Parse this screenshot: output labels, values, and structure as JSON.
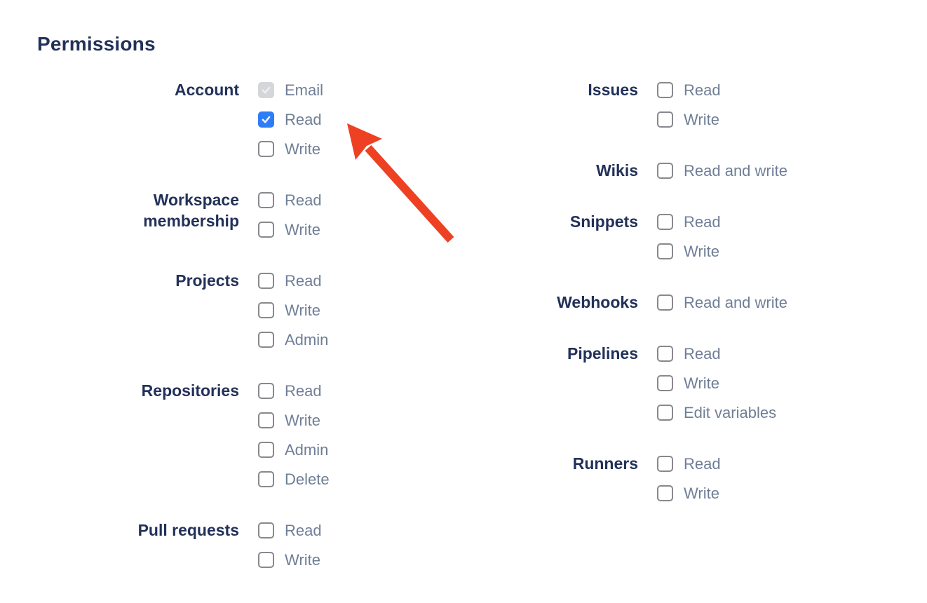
{
  "page": {
    "title": "Permissions"
  },
  "colors": {
    "navy": "#223159",
    "label-gray": "#6F7E96",
    "checkbox-border": "#88888D",
    "checkbox-blue": "#2F7CF7",
    "checkbox-disabled-bg": "#D4D6DA",
    "checkbox-disabled-check": "#EFF0F2",
    "arrow-red": "#EE4123"
  },
  "permissions": {
    "columns": [
      {
        "side": "left",
        "groups": [
          {
            "label": "Account",
            "options": [
              {
                "label": "Email",
                "checked": true,
                "disabled": true
              },
              {
                "label": "Read",
                "checked": true,
                "disabled": false
              },
              {
                "label": "Write",
                "checked": false,
                "disabled": false
              }
            ]
          },
          {
            "label": "Workspace membership",
            "options": [
              {
                "label": "Read",
                "checked": false,
                "disabled": false
              },
              {
                "label": "Write",
                "checked": false,
                "disabled": false
              }
            ]
          },
          {
            "label": "Projects",
            "options": [
              {
                "label": "Read",
                "checked": false,
                "disabled": false
              },
              {
                "label": "Write",
                "checked": false,
                "disabled": false
              },
              {
                "label": "Admin",
                "checked": false,
                "disabled": false
              }
            ]
          },
          {
            "label": "Repositories",
            "options": [
              {
                "label": "Read",
                "checked": false,
                "disabled": false
              },
              {
                "label": "Write",
                "checked": false,
                "disabled": false
              },
              {
                "label": "Admin",
                "checked": false,
                "disabled": false
              },
              {
                "label": "Delete",
                "checked": false,
                "disabled": false
              }
            ]
          },
          {
            "label": "Pull requests",
            "options": [
              {
                "label": "Read",
                "checked": false,
                "disabled": false
              },
              {
                "label": "Write",
                "checked": false,
                "disabled": false
              }
            ]
          }
        ]
      },
      {
        "side": "right",
        "groups": [
          {
            "label": "Issues",
            "options": [
              {
                "label": "Read",
                "checked": false,
                "disabled": false
              },
              {
                "label": "Write",
                "checked": false,
                "disabled": false
              }
            ]
          },
          {
            "label": "Wikis",
            "options": [
              {
                "label": "Read and write",
                "checked": false,
                "disabled": false
              }
            ]
          },
          {
            "label": "Snippets",
            "options": [
              {
                "label": "Read",
                "checked": false,
                "disabled": false
              },
              {
                "label": "Write",
                "checked": false,
                "disabled": false
              }
            ]
          },
          {
            "label": "Webhooks",
            "options": [
              {
                "label": "Read and write",
                "checked": false,
                "disabled": false
              }
            ]
          },
          {
            "label": "Pipelines",
            "options": [
              {
                "label": "Read",
                "checked": false,
                "disabled": false
              },
              {
                "label": "Write",
                "checked": false,
                "disabled": false
              },
              {
                "label": "Edit variables",
                "checked": false,
                "disabled": false
              }
            ]
          },
          {
            "label": "Runners",
            "options": [
              {
                "label": "Read",
                "checked": false,
                "disabled": false
              },
              {
                "label": "Write",
                "checked": false,
                "disabled": false
              }
            ]
          }
        ]
      }
    ]
  },
  "annotation": {
    "type": "arrow",
    "points_at": "account-read-checkbox"
  }
}
